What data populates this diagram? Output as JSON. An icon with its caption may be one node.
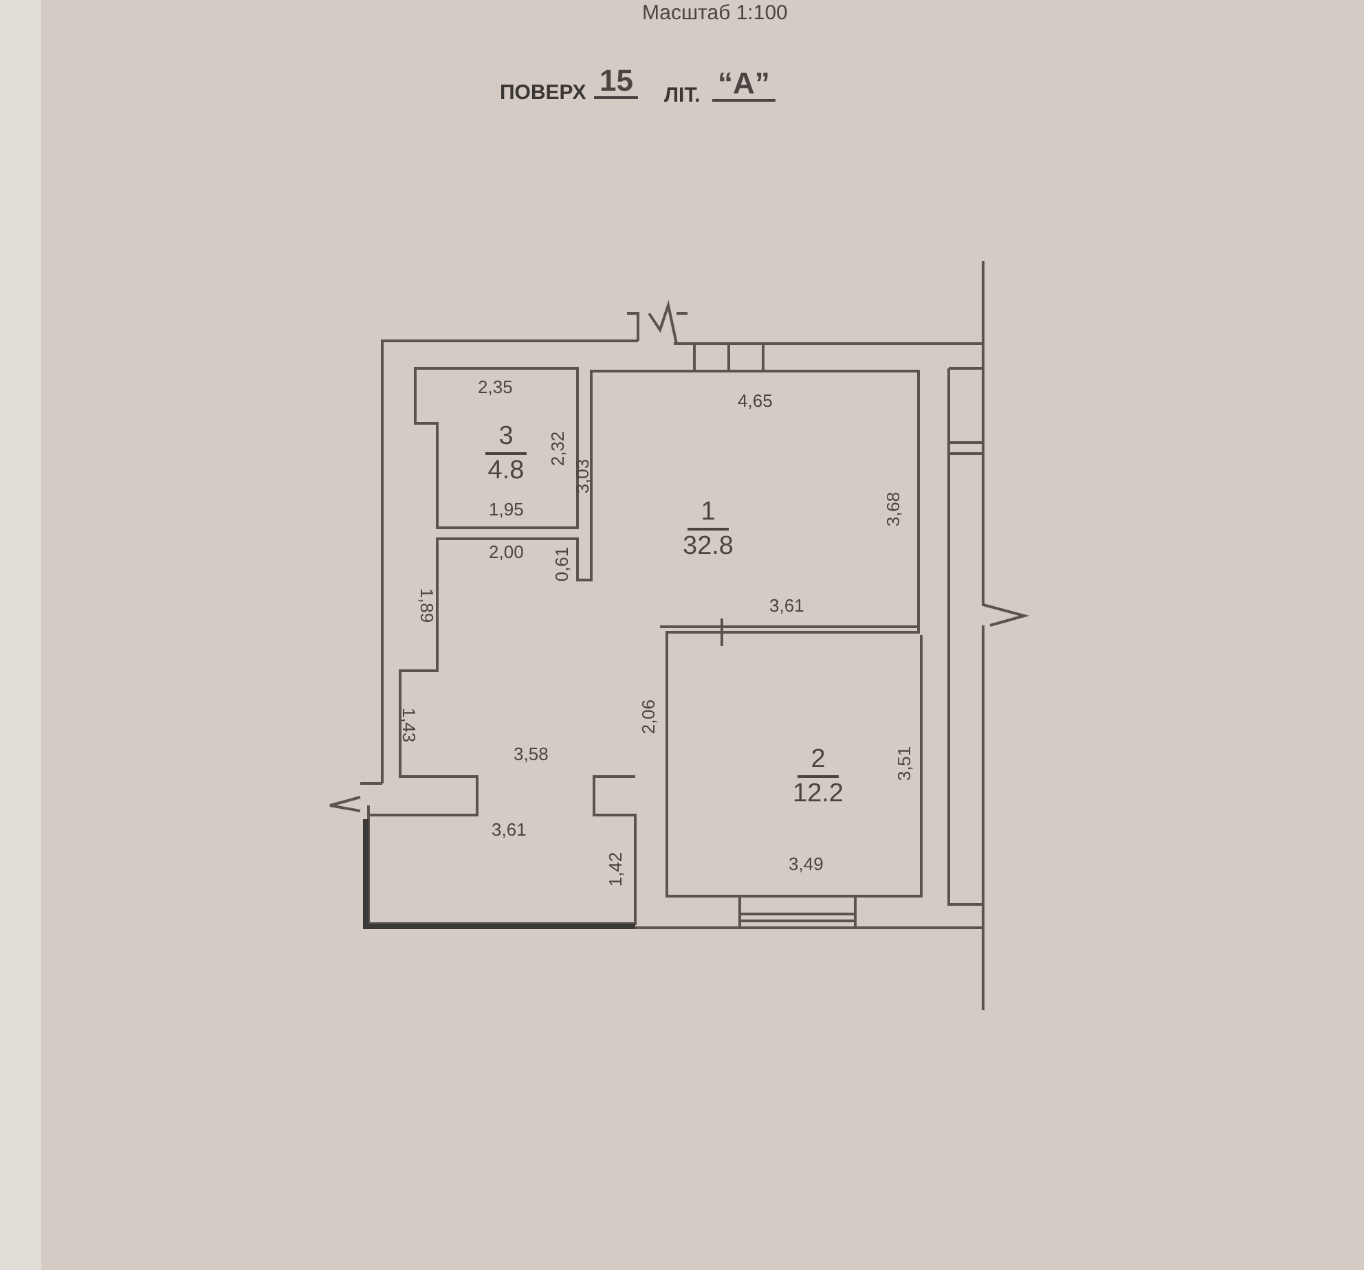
{
  "diagram": {
    "nodes": [
      {
        "text": [
          "3",
          "4.8"
        ]
      },
      {
        "text": [
          "1",
          "32.8"
        ]
      },
      {
        "text": [
          "2",
          "12.2"
        ]
      }
    ],
    "edges": [],
    "labels": [
      "Масштаб 1:100",
      "ПОВЕРХ",
      "15",
      "ЛІТ.",
      "“А”",
      "2,35",
      "4,65",
      "2,32",
      "3,03",
      "3,68",
      "1,95",
      "2,00",
      "0,61",
      "1,89",
      "3,61",
      "2,06",
      "1,43",
      "3,58",
      "3,51",
      "3,61",
      "1,42",
      "3,49"
    ]
  }
}
